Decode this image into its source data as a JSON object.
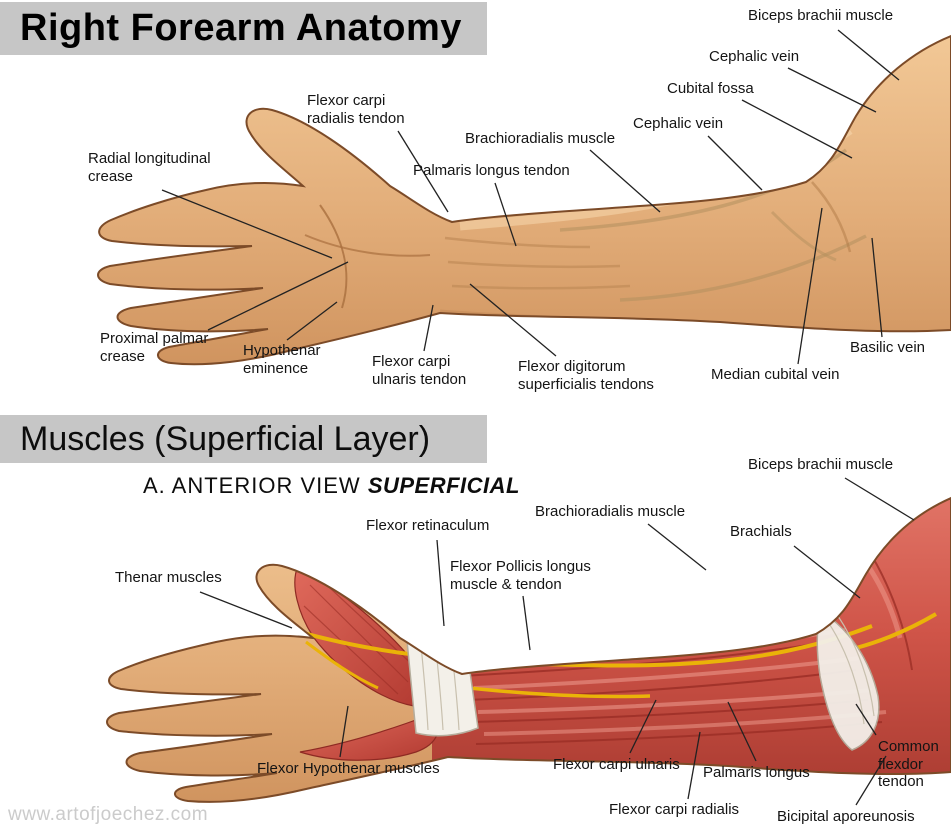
{
  "watermark": "www.artofjoechez.com",
  "anatomy": {
    "title": "Right Forearm Anatomy",
    "labels": {
      "biceps_brachii": "Biceps brachii muscle",
      "cephalic_vein_upper": "Cephalic vein",
      "cubital_fossa": "Cubital fossa",
      "cephalic_vein_lower": "Cephalic vein",
      "brachioradialis": "Brachioradialis muscle",
      "flexor_carpi_radialis_tendon": "Flexor carpi\nradialis tendon",
      "palmaris_longus_tendon": "Palmaris longus tendon",
      "radial_longitudinal_crease": "Radial longitudinal\ncrease",
      "proximal_palmar_crease": "Proximal palmar\ncrease",
      "hypothenar_eminence": "Hypothenar\neminence",
      "flexor_carpi_ulnaris_tendon": "Flexor carpi\nulnaris tendon",
      "flexor_digitorum_superficialis_tendons": "Flexor digitorum\nsuperficialis tendons",
      "median_cubital_vein": "Median cubital vein",
      "basilic_vein": "Basilic vein"
    }
  },
  "muscles": {
    "title": "Muscles (Superficial Layer)",
    "subtitle": {
      "prefix": "A. ANTERIOR VIEW ",
      "emphasis": "SUPERFICIAL"
    },
    "labels": {
      "biceps_brachii": "Biceps brachii muscle",
      "brachioradialis": "Brachioradialis muscle",
      "brachials": "Brachials",
      "flexor_retinaculum": "Flexor retinaculum",
      "flexor_pollicis_longus": "Flexor Pollicis longus\nmuscle & tendon",
      "thenar_muscles": "Thenar muscles",
      "flexor_hypothenar_muscles": "Flexor Hypothenar muscles",
      "flexor_carpi_ulnaris": "Flexor carpi ulnaris",
      "palmaris_longus": "Palmaris longus",
      "flexor_carpi_radialis": "Flexor carpi radialis",
      "common_flexor_tendon": "Common\nflexdor\ntendon",
      "bicipital_aponeurosis": "Bicipital aporeunosis"
    }
  },
  "colors": {
    "title_bar_bg": "#c6c6c6",
    "skin": "#e2ad79",
    "skin_shadow": "#c98e5a",
    "outline_brown": "#7c4b28",
    "muscle_red": "#cf5448",
    "muscle_dark": "#9c2f27",
    "tendon_white": "#f3f0e9",
    "nerve_yellow": "#eab308",
    "label_text": "#141414"
  }
}
